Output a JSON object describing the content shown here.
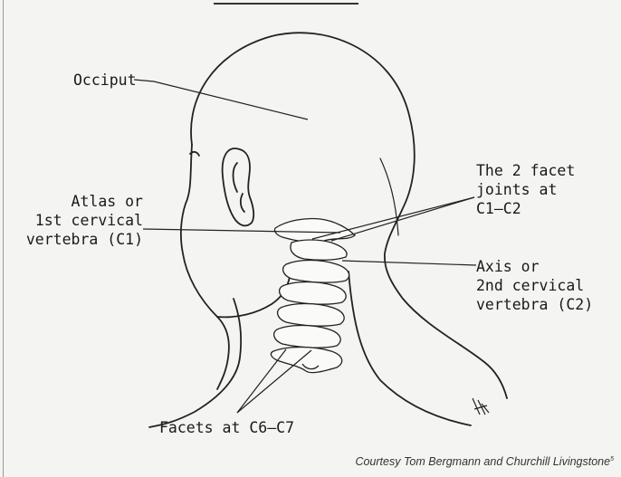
{
  "labels": {
    "occiput": "Occiput",
    "atlas": "Atlas or\n1st cervical\nvertebra (C1)",
    "facet_joints": "The 2 facet\njoints at\nC1–C2",
    "axis": "Axis or\n2nd cervical\nvertebra (C2)",
    "facets_c6c7": "Facets at C6–C7"
  },
  "credit": {
    "text": "Courtesy Tom Bergmann and Churchill Livingstone",
    "ref": "5"
  }
}
